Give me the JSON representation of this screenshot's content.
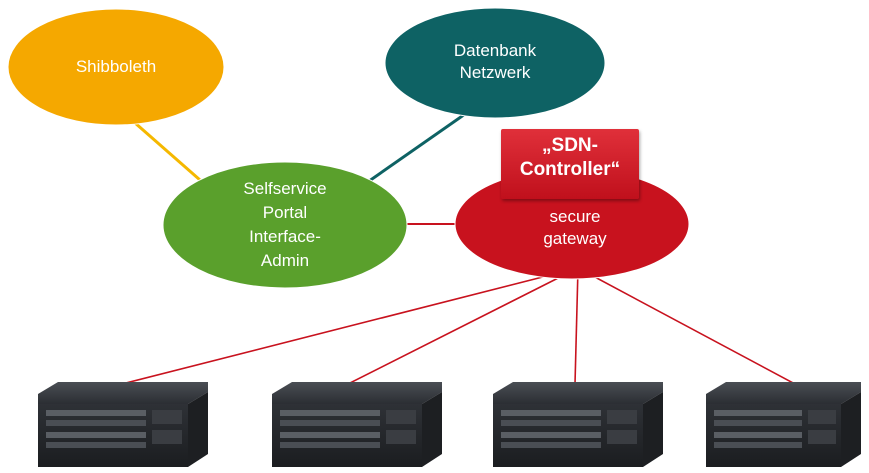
{
  "nodes": {
    "shibboleth": {
      "label": "Shibboleth",
      "color": "#f5a800"
    },
    "datenbank": {
      "line1": "Datenbank",
      "line2": "Netzwerk",
      "color": "#0e6264"
    },
    "selfservice": {
      "line1": "Selfservice",
      "line2": "Portal",
      "line3": "Interface-",
      "line4": "Admin",
      "color": "#5aa02c"
    },
    "gateway": {
      "line1": "secure",
      "line2": "gateway",
      "color": "#c8121e"
    }
  },
  "controller": {
    "line1": "„SDN-",
    "line2": "Controller“",
    "color": "#d42029"
  },
  "switches": [
    {
      "icon": "network-switch-icon"
    },
    {
      "icon": "network-switch-icon"
    },
    {
      "icon": "network-switch-icon"
    },
    {
      "icon": "network-switch-icon"
    }
  ],
  "colors": {
    "edge_shibboleth": "#f5b800",
    "edge_datenbank": "#0e6264",
    "edge_red": "#c8121e",
    "switch_body": "#2a2d31"
  }
}
